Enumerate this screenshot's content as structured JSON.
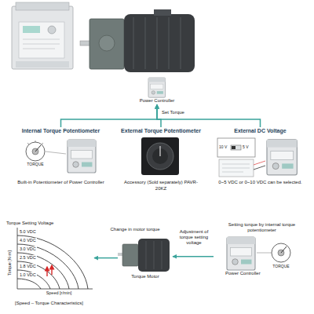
{
  "diagram": {
    "nodes": [
      {
        "text": [
          "Power Controller"
        ]
      },
      {
        "text": [
          "Internal Torque Potentiometer",
          "Built-in Potentiometer of Power Controller"
        ]
      },
      {
        "text": [
          "External Torque Potentiometer",
          "Accessory (Sold separately) PAVR-20KZ"
        ]
      },
      {
        "text": [
          "External DC Voltage",
          "0~5 VDC or 0~10 VDC can be selected."
        ]
      },
      {
        "text": [
          "Torque Setting Voltage"
        ]
      },
      {
        "text": [
          "Torque Motor"
        ]
      },
      {
        "text": [
          "Setting torque by internal torque potentiometer",
          "Power Controller"
        ]
      }
    ],
    "edges": [
      {
        "from": 1,
        "to": 0,
        "arrow": "to"
      },
      {
        "from": 2,
        "to": 0,
        "arrow": "to"
      },
      {
        "from": 3,
        "to": 0,
        "arrow": "to"
      },
      {
        "from": 6,
        "to": 5,
        "label": "Adjustment of torque setting voltage",
        "arrow": "to"
      },
      {
        "from": 5,
        "to": 4,
        "label": "Change in motor torque",
        "arrow": "to"
      }
    ],
    "labels": [
      "Set Torque",
      "TORQUE",
      "5.0 VDC",
      "4.0 VDC",
      "3.0 VDC",
      "2.5 VDC",
      "1.8 VDC",
      "1.0 VDC",
      "Torque [N·m]",
      "Speed [r/min]",
      "[Speed – Torque Characteristics]",
      "TORQUE",
      "10 V",
      "5 V"
    ]
  }
}
